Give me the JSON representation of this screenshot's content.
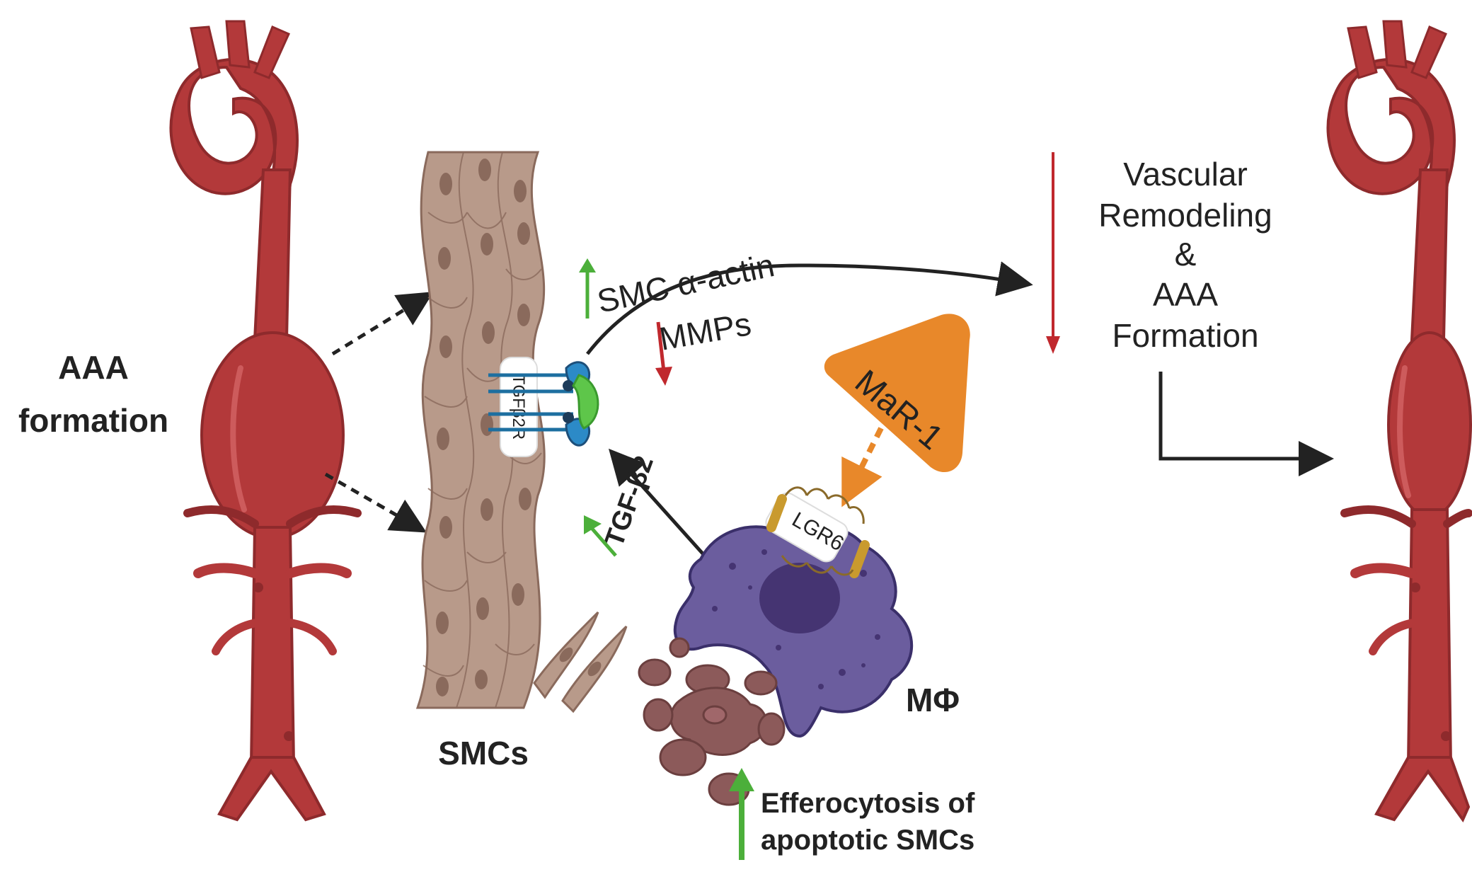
{
  "labels": {
    "aaa_formation": [
      "AAA",
      "formation"
    ],
    "smcs": "SMCs",
    "tgfb2r": "TGFβ2R",
    "smc_actin": "SMC α-actin",
    "mmps": "MMPs",
    "tgf_b2": "TGF-β2",
    "mar1": "MaR-1",
    "lgr6": "LGR6",
    "macrophage": "MΦ",
    "efferocytosis": [
      "Efferocytosis of",
      "apoptotic SMCs"
    ],
    "outcome": [
      "Vascular",
      "Remodeling",
      "&",
      "AAA",
      "Formation"
    ]
  },
  "colors": {
    "aorta": "#b3393a",
    "aorta_dark": "#8e2a2c",
    "smc_tissue": "#b89a8a",
    "smc_nucleus": "#8a6a5c",
    "macrophage": "#6b5d9e",
    "macrophage_nucleus": "#453472",
    "mar1": "#e8882a",
    "up_arrow": "#4caf3a",
    "down_arrow": "#c0282d",
    "apoptotic": "#8c5a5a",
    "arrow": "#222222"
  }
}
